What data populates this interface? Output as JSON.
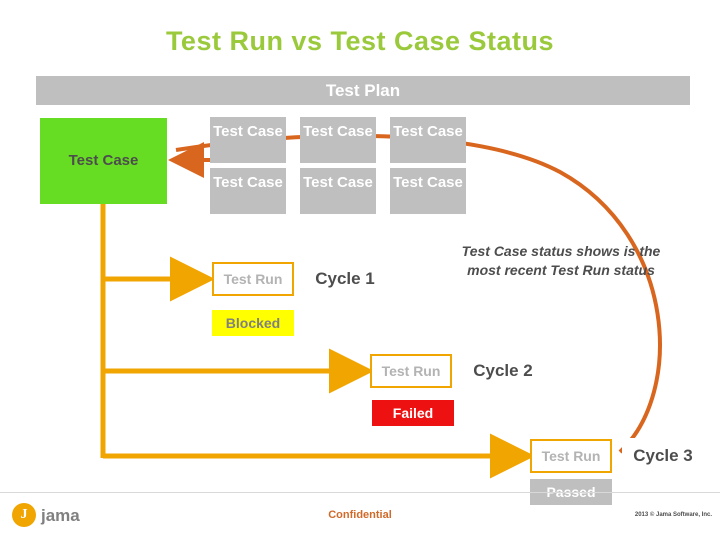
{
  "slide": {
    "title": "Test Run vs Test Case Status",
    "test_plan_label": "Test Plan",
    "green_box_label": "Test Case",
    "annotation": "Test Case status shows is the most recent Test Run status"
  },
  "test_case_grid": {
    "label": "Test Case",
    "cells": [
      {
        "label": "Test Case"
      },
      {
        "label": "Test Case"
      },
      {
        "label": "Test Case"
      },
      {
        "label": "Test Case"
      },
      {
        "label": "Test Case"
      },
      {
        "label": "Test Case"
      }
    ]
  },
  "cycles": [
    {
      "test_run_label": "Test Run",
      "cycle_label": "Cycle 1",
      "status_label": "Blocked",
      "status_color": "#ffff00"
    },
    {
      "test_run_label": "Test Run",
      "cycle_label": "Cycle 2",
      "status_label": "Failed",
      "status_color": "#ee1111"
    },
    {
      "test_run_label": "Test Run",
      "cycle_label": "Cycle 3",
      "status_label": "Passed",
      "status_color": "#bfbfbf"
    }
  ],
  "footer": {
    "logo_mark": "J",
    "logo_text": "jama",
    "confidential": "Confidential",
    "copyright": "2013 © Jama Software, Inc."
  },
  "colors": {
    "title": "#9aca3c",
    "band": "#bfbfbf",
    "green": "#66dd22",
    "orange": "#f0a500",
    "arrow_orange": "#d9661f"
  }
}
